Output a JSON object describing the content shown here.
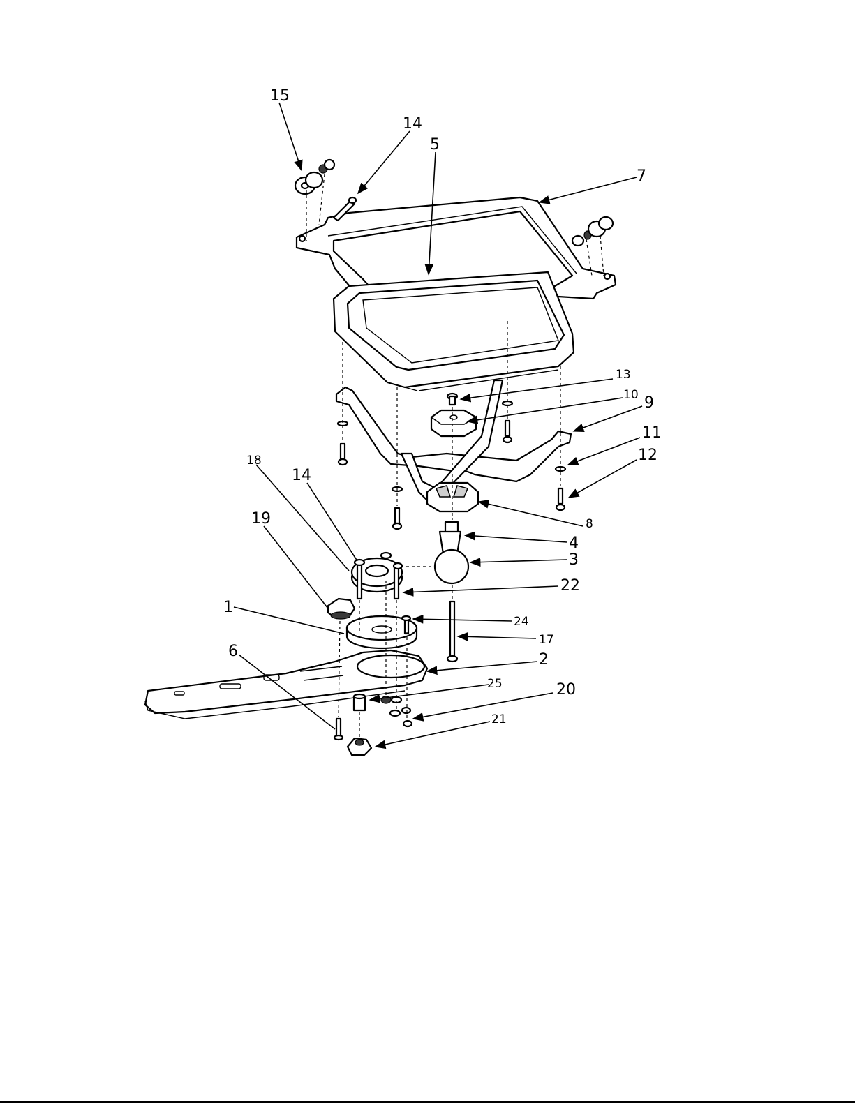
{
  "callouts": {
    "c15": "15",
    "c14a": "14",
    "c5": "5",
    "c7": "7",
    "c13": "13",
    "c10": "10",
    "c9": "9",
    "c11": "11",
    "c12": "12",
    "c18": "18",
    "c14b": "14",
    "c19": "19",
    "c8": "8",
    "c4": "4",
    "c3": "3",
    "c22": "22",
    "c1": "1",
    "c24": "24",
    "c17": "17",
    "c6": "6",
    "c2": "2",
    "c25": "25",
    "c20": "20",
    "c21": "21"
  }
}
